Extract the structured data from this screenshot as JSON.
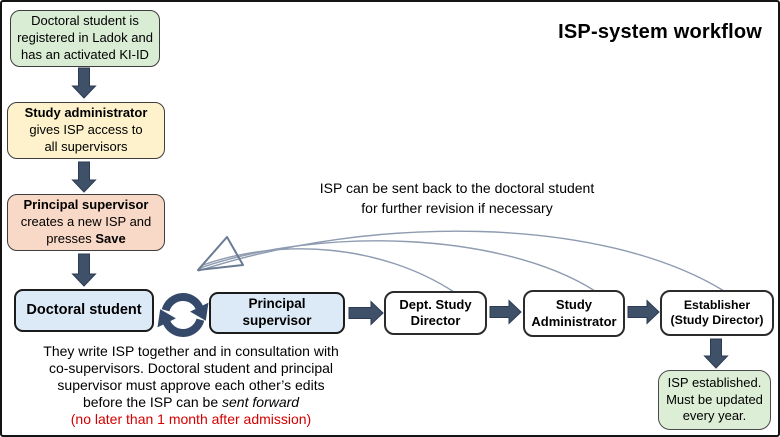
{
  "title": "ISP-system workflow",
  "flow_top": {
    "step1": {
      "text": "Doctoral student is\nregistered in Ladok and\nhas an activated KI-ID"
    },
    "step2": {
      "title": "Study administrator",
      "body": "gives ISP access to\nall supervisors"
    },
    "step3": {
      "title": "Principal supervisor",
      "line2": "creates a new ISP and",
      "line3_prefix": "presses ",
      "line3_bold": "Save"
    }
  },
  "main_row": {
    "doctoral_student": "Doctoral student",
    "principal_supervisor": "Principal\nsupervisor",
    "dept_study_director": "Dept. Study\nDirector",
    "study_administrator": "Study\nAdministrator",
    "establisher": "Establisher\n(Study Director)"
  },
  "final_box": {
    "text": "ISP established.\nMust be updated\nevery year."
  },
  "annotations": {
    "send_back": "ISP can be sent back to the doctoral student\nfor further revision if necessary",
    "footnote": {
      "line1": "They write ISP together and in consultation with",
      "line2": "co-supervisors. Doctoral student and principal",
      "line3": "supervisor must approve each other’s edits",
      "line4_prefix": "before the ISP can be ",
      "line4_italic": "sent forward",
      "line5_red": "(no later than 1 month after admission)"
    }
  },
  "icons": {
    "sync": "circular-sync-arrows",
    "feedback_arrowhead": "open-arrowhead-left"
  },
  "colors": {
    "box_green": "#d9ecd4",
    "box_yellow": "#fdf2cc",
    "box_pink": "#f8d8c6",
    "box_blue": "#dce9f6",
    "box_white": "#ffffff",
    "arrow_dark": "#3f5169",
    "feedback_line": "#8e9bb0",
    "warning_red": "#d40000",
    "frame_border": "#141414"
  }
}
